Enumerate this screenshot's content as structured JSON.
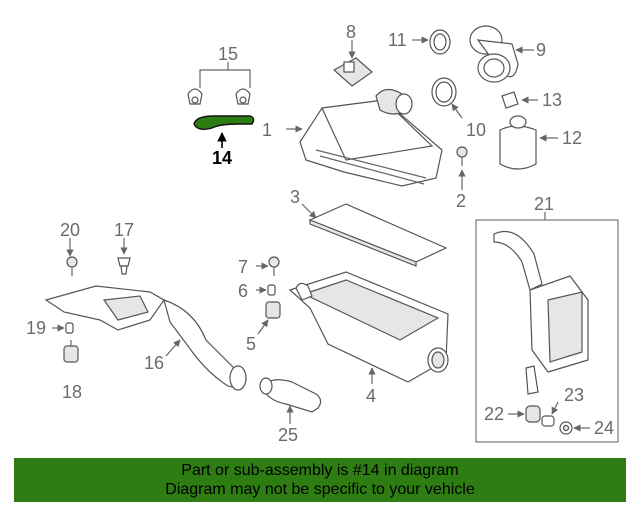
{
  "diagram": {
    "highlighted_part": "14",
    "highlight_color": "#2e7d12",
    "callouts": [
      "1",
      "2",
      "3",
      "4",
      "5",
      "6",
      "7",
      "8",
      "9",
      "10",
      "11",
      "12",
      "13",
      "14",
      "15",
      "16",
      "17",
      "18",
      "19",
      "20",
      "21",
      "22",
      "23",
      "24",
      "25"
    ]
  },
  "banner": {
    "line1": "Part or sub-assembly is #14 in diagram",
    "line2": "Diagram may not be specific to your vehicle",
    "color": "#2e7d12"
  }
}
